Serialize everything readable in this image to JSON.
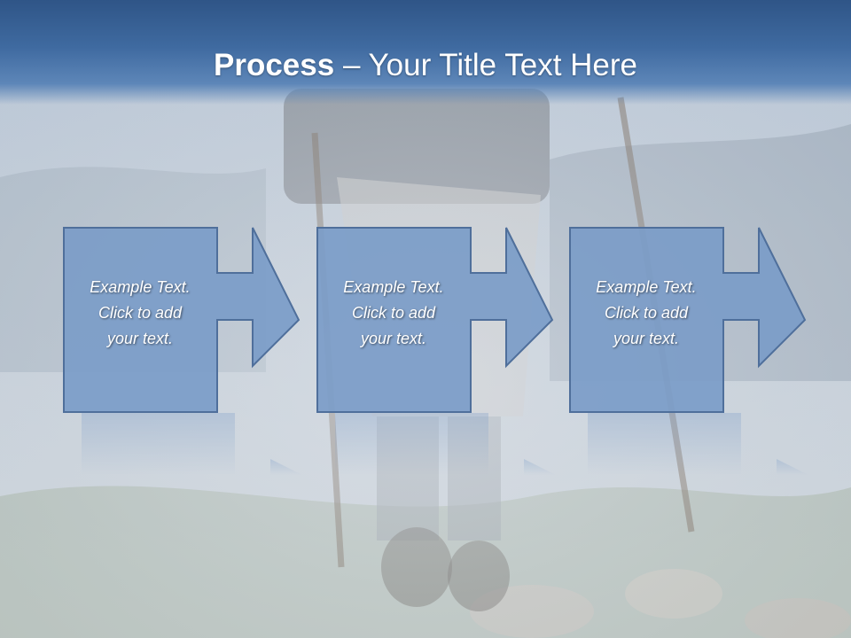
{
  "slide": {
    "title_bold": "Process",
    "title_rest": " – Your Title Text Here"
  },
  "steps": [
    {
      "line1": "Example Text.",
      "line2": "Click  to add",
      "line3": "your text."
    },
    {
      "line1": "Example Text.",
      "line2": "Click  to add",
      "line3": "your text."
    },
    {
      "line1": "Example Text.",
      "line2": "Click  to add",
      "line3": "your text."
    }
  ],
  "colors": {
    "header": "#3f6aa0",
    "box_fill": "#7b9cc8",
    "box_stroke": "#4f6f9b",
    "text": "#ffffff"
  }
}
